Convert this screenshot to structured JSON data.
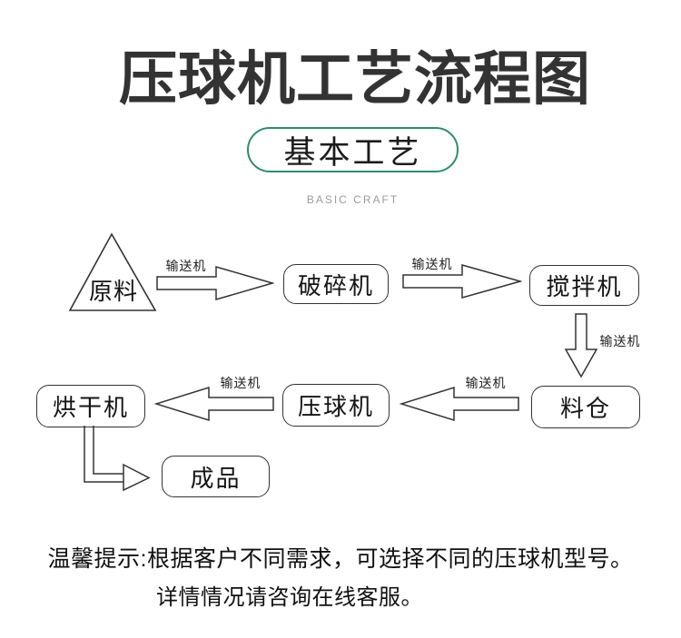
{
  "title": "压球机工艺流程图",
  "badge": {
    "label": "基本工艺",
    "subtitle": "BASIC CRAFT"
  },
  "flow": {
    "conveyor_label": "输送机",
    "nodes": {
      "raw_material": "原料",
      "crusher": "破碎机",
      "mixer": "搅拌机",
      "silo": "料仓",
      "briquette_press": "压球机",
      "dryer": "烘干机",
      "finished_product": "成品"
    }
  },
  "note": {
    "line1": "温馨提示:根据客户不同需求，可选择不同的压球机型号。",
    "line2": "详情情况请咨询在线客服。"
  },
  "colors": {
    "accent_green": "#2e8b70",
    "ink": "#333333"
  }
}
